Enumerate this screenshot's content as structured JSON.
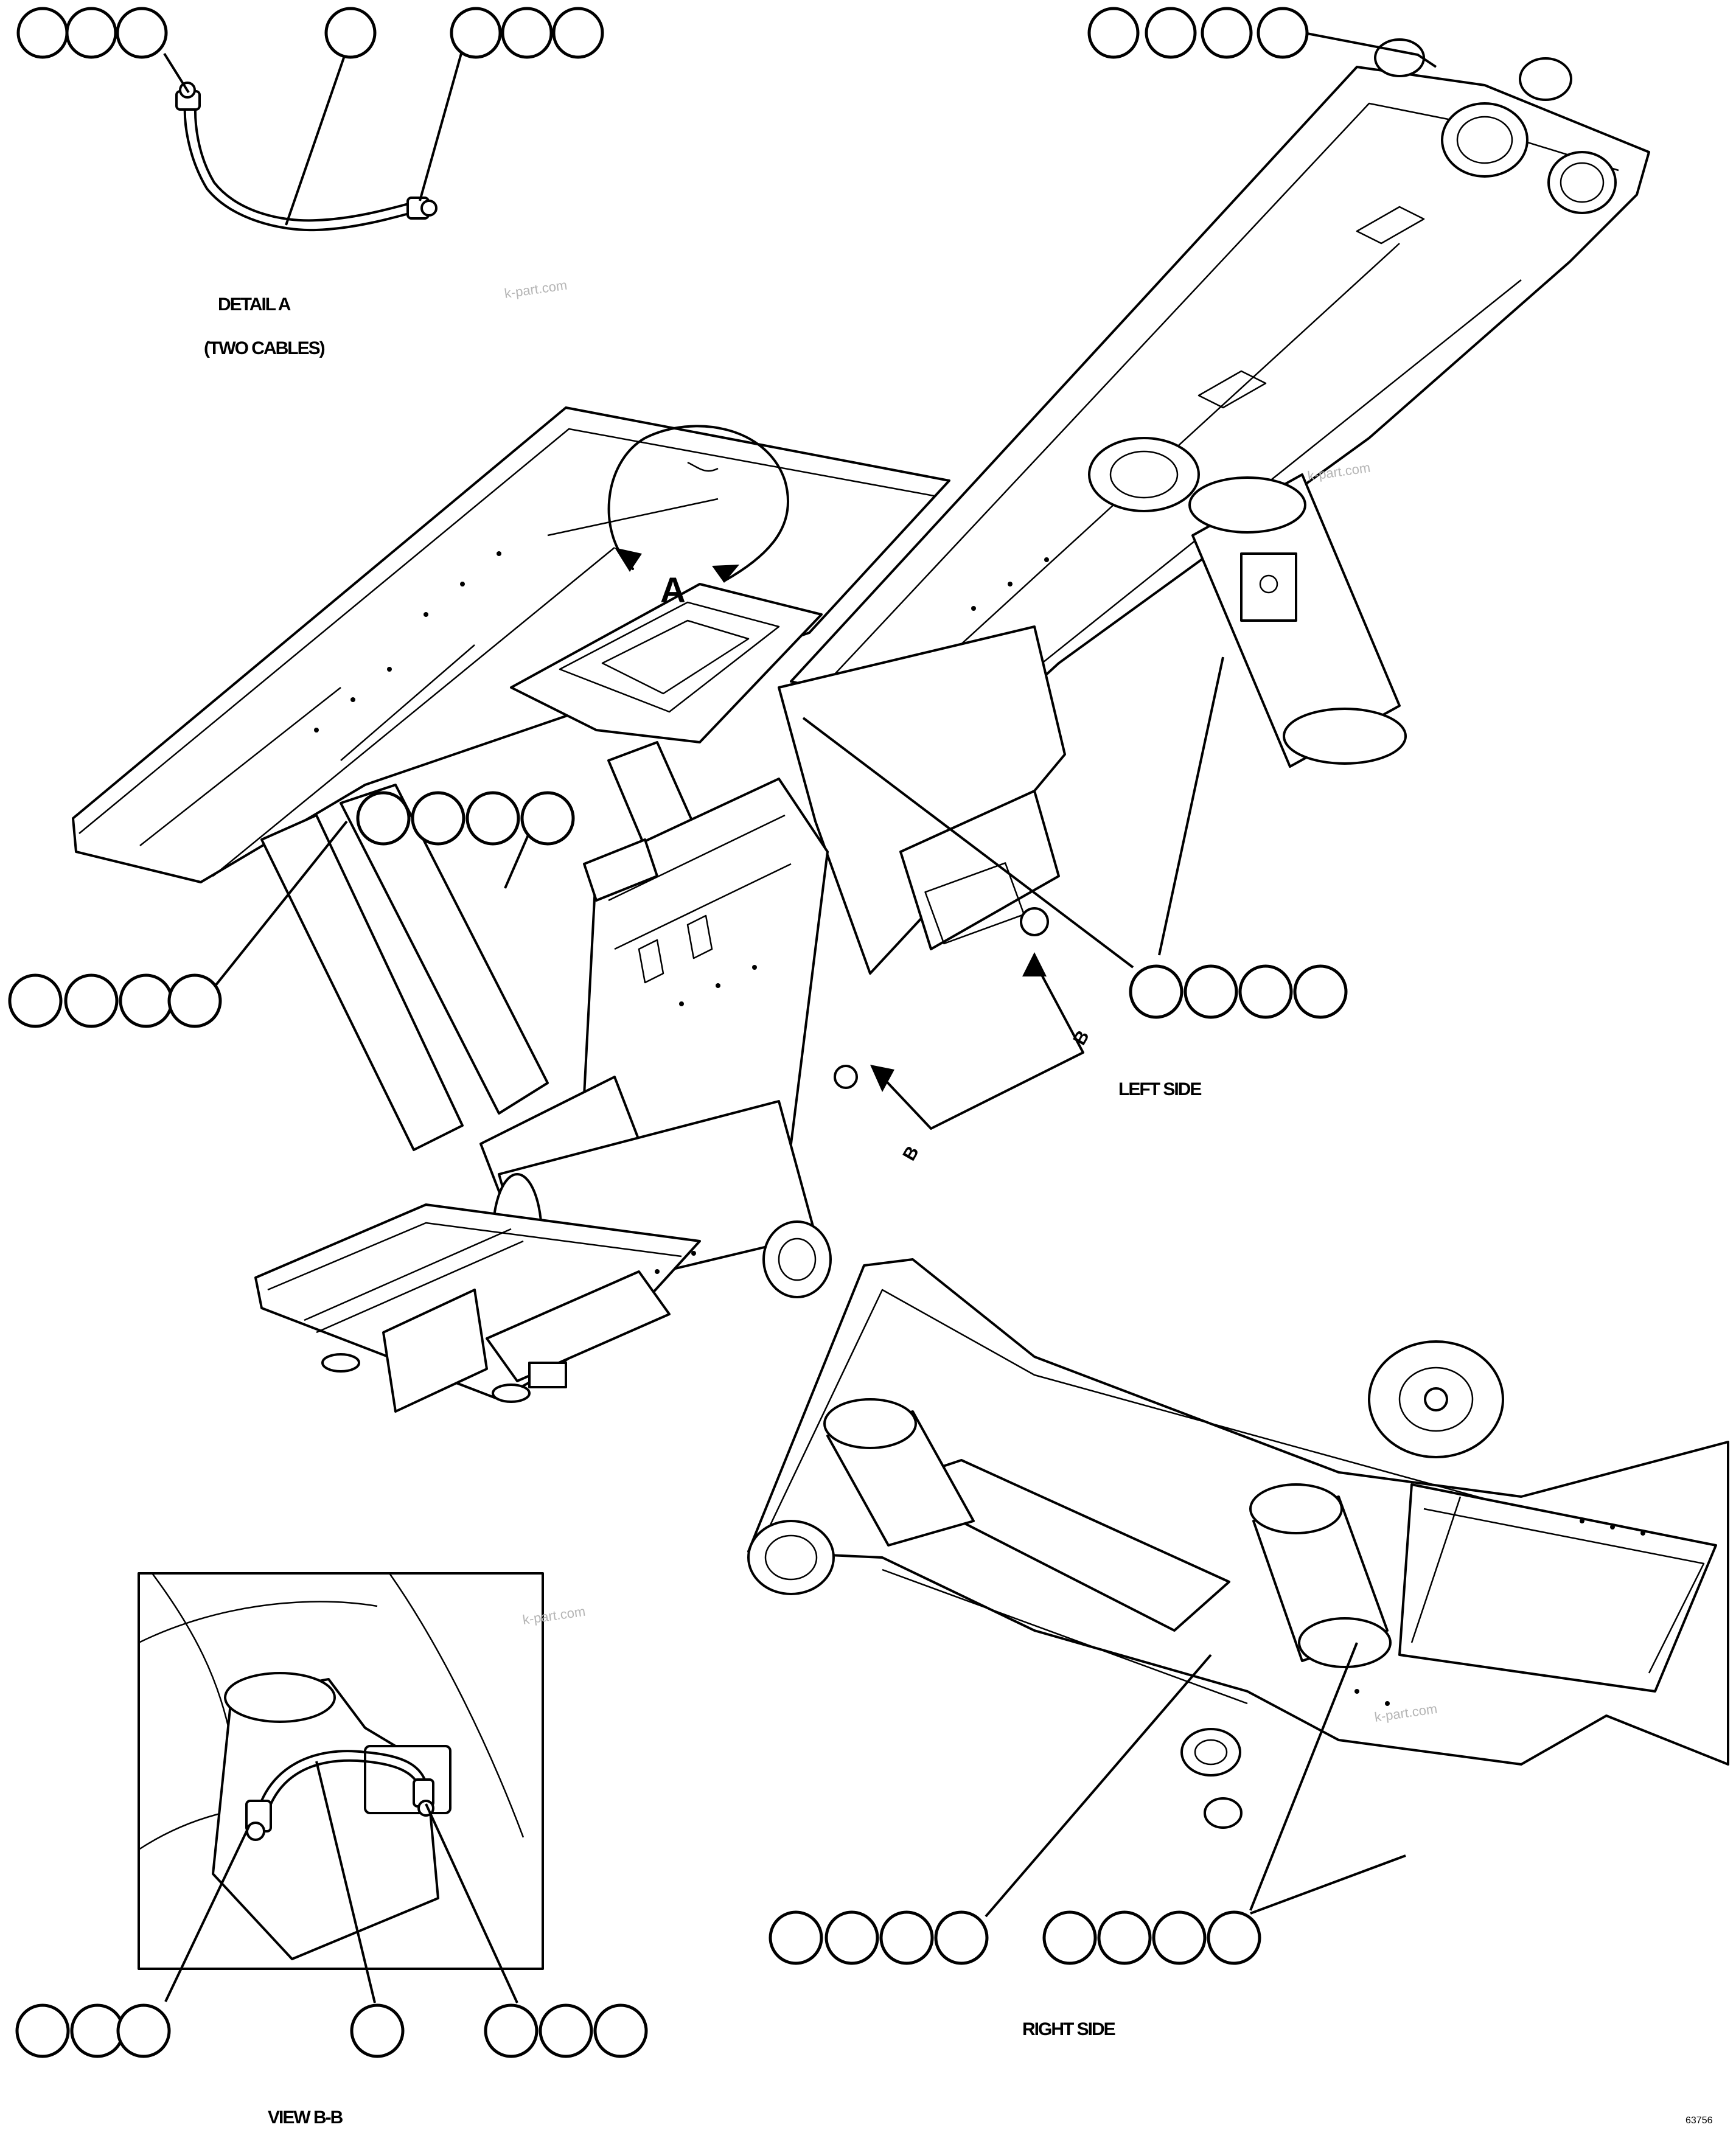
{
  "labels": {
    "detail_a_title": "DETAIL A",
    "detail_a_sub": "(TWO CABLES)",
    "left_side": "LEFT SIDE",
    "right_side": "RIGHT SIDE",
    "view_bb": "VIEW B-B",
    "marker_a": "A",
    "marker_b1": "B",
    "marker_b2": "B",
    "figure_code": "63756"
  },
  "watermarks": [
    "k-part.com",
    "k-part.com",
    "k-part.com",
    "k-part.com"
  ],
  "callout_groups": [
    {
      "id": "detail-a-left",
      "bubbles": 3
    },
    {
      "id": "detail-a-middle",
      "bubbles": 1
    },
    {
      "id": "detail-a-right",
      "bubbles": 3
    },
    {
      "id": "top-right",
      "bubbles": 4
    },
    {
      "id": "center",
      "bubbles": 4
    },
    {
      "id": "left",
      "bubbles": 4
    },
    {
      "id": "left-side",
      "bubbles": 4
    },
    {
      "id": "right-side-left",
      "bubbles": 4
    },
    {
      "id": "right-side-right",
      "bubbles": 4
    },
    {
      "id": "view-bb-left",
      "bubbles": 3
    },
    {
      "id": "view-bb-middle",
      "bubbles": 1
    },
    {
      "id": "view-bb-right",
      "bubbles": 3
    }
  ]
}
